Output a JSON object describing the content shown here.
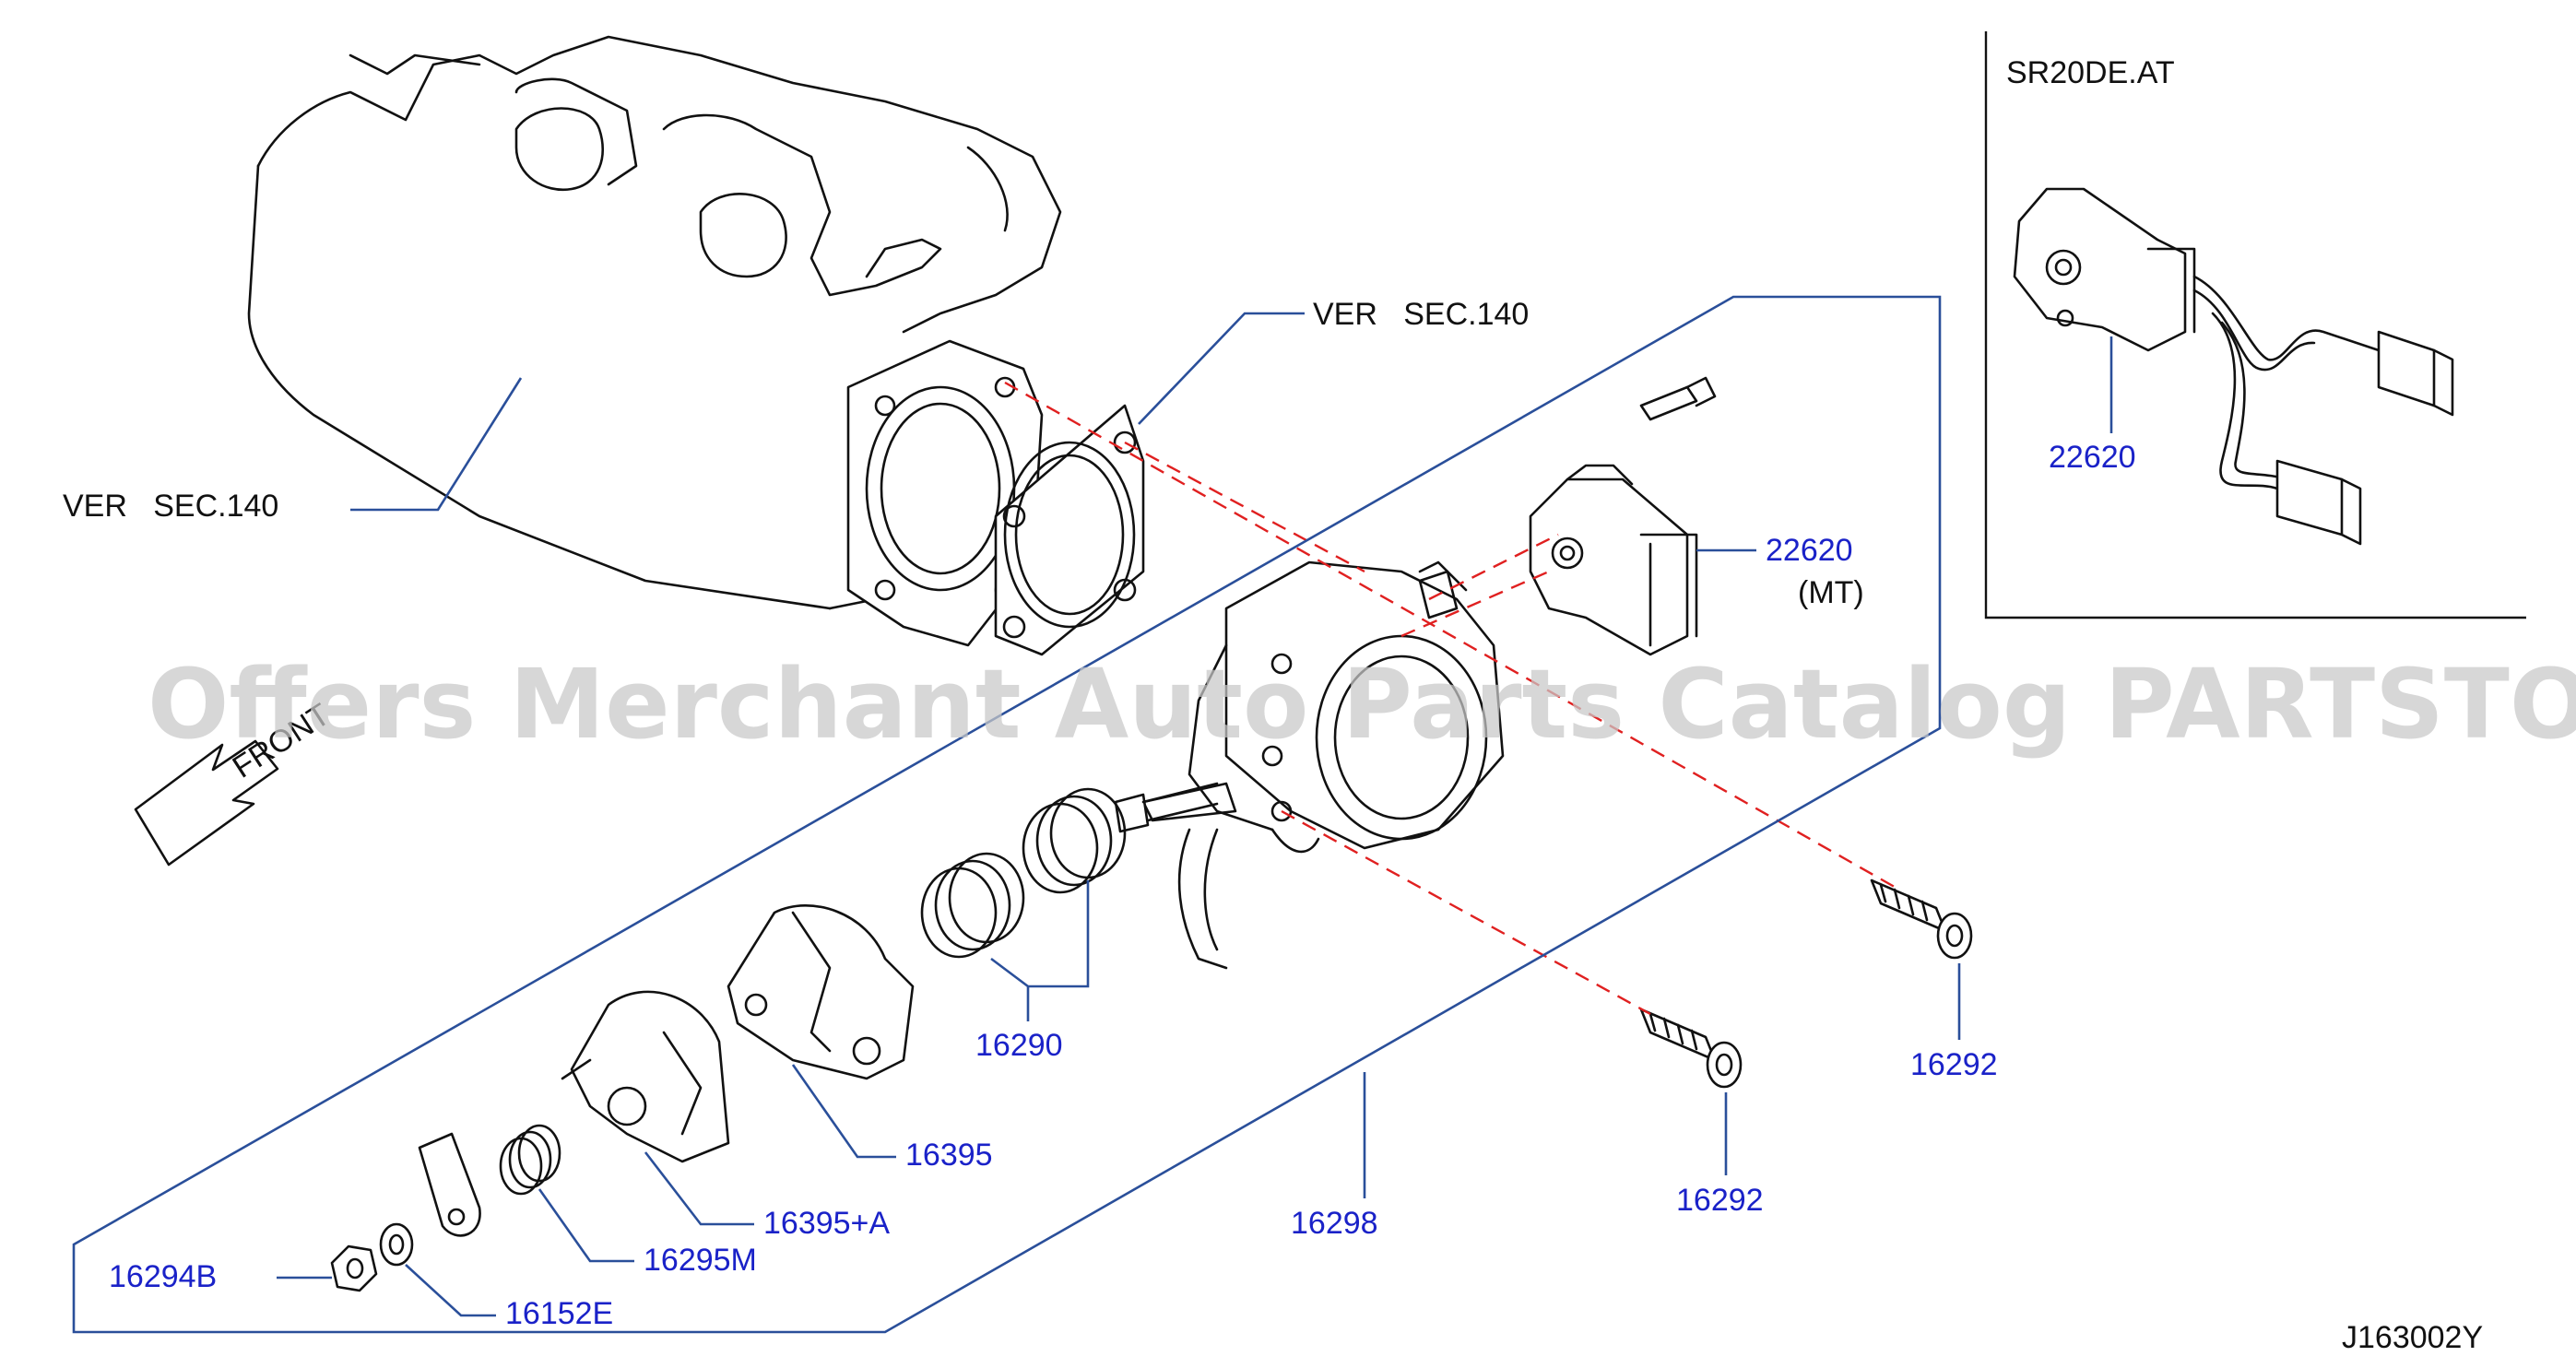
{
  "watermark": "Offers Merchant Auto Parts Catalog PARTSTORE.SA",
  "diagram_code": "J163002Y",
  "inset_title": "SR20DE.AT",
  "front_label": "FRONT",
  "section_refs": [
    {
      "text": "VER   SEC.140"
    },
    {
      "text": "VER   SEC.140"
    }
  ],
  "parts": [
    {
      "number": "22620",
      "note": "(MT)"
    },
    {
      "number": "22620"
    },
    {
      "number": "16290"
    },
    {
      "number": "16292"
    },
    {
      "number": "16292"
    },
    {
      "number": "16395"
    },
    {
      "number": "16395+A"
    },
    {
      "number": "16295M"
    },
    {
      "number": "16298"
    },
    {
      "number": "16294B"
    },
    {
      "number": "16152E"
    }
  ]
}
